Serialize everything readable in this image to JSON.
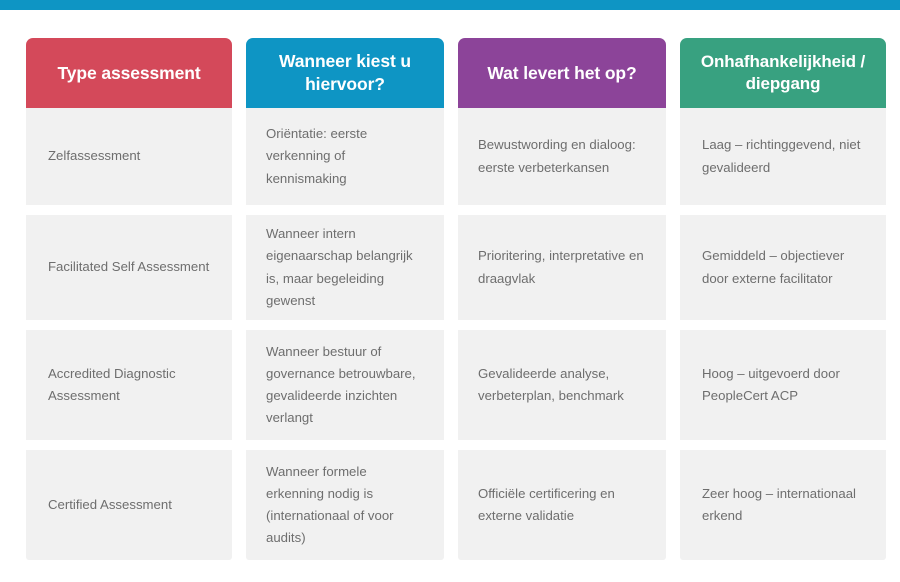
{
  "theme": {
    "top_bar_color": "#0e95c4",
    "page_background": "#ffffff",
    "cell_background": "#f1f1f1",
    "cell_text_color": "#6e6e6e",
    "header_text_color": "#ffffff"
  },
  "table": {
    "headers": [
      {
        "label": "Type assessment",
        "color": "#d4495a"
      },
      {
        "label": "Wanneer kiest u hiervoor?",
        "color": "#0e95c4"
      },
      {
        "label": "Wat levert het op?",
        "color": "#8c4499"
      },
      {
        "label": "Onhafhankelijkheid / diepgang",
        "color": "#38a180"
      }
    ],
    "rows": [
      {
        "type": "Zelfassessment",
        "when": "Oriëntatie: eerste verkenning of kennismaking",
        "outcome": "Bewustwording en dialoog: eerste verbeterkansen",
        "independence": "Laag – richtinggevend, niet gevalideerd"
      },
      {
        "type": "Facilitated Self Assessment",
        "when": "Wanneer intern eigenaarschap belangrijk is, maar begeleiding gewenst",
        "outcome": "Prioritering, interpretative en draagvlak",
        "independence": "Gemiddeld – objectiever door externe facilitator"
      },
      {
        "type": "Accredited Diagnostic Assessment",
        "when": "Wanneer bestuur of governance betrouwbare, gevalideerde inzichten verlangt",
        "outcome": "Gevalideerde analyse, verbeterplan, benchmark",
        "independence": "Hoog – uitgevoerd door PeopleCert ACP"
      },
      {
        "type": "Certified Assessment",
        "when": "Wanneer formele erkenning nodig is (internationaal of voor audits)",
        "outcome": "Officiële certificering en externe validatie",
        "independence": "Zeer hoog – internationaal erkend"
      }
    ]
  }
}
